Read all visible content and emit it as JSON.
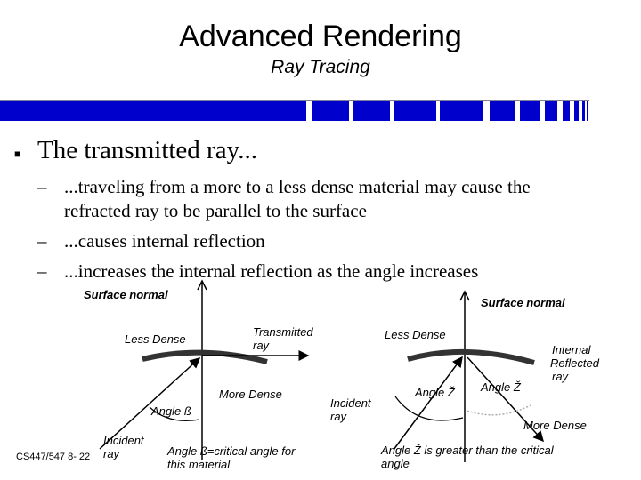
{
  "title": "Advanced Rendering",
  "subtitle": "Ray Tracing",
  "bullet": "The transmitted ray...",
  "sub_bullets": [
    {
      "dash": "–",
      "lines": [
        "...traveling from a more to a less dense material may cause the",
        "refracted ray to be parallel to the surface"
      ]
    },
    {
      "dash": "–",
      "lines": [
        "...causes internal reflection"
      ]
    },
    {
      "dash": "–",
      "lines": [
        "...increases the internal reflection as the angle increases"
      ]
    }
  ],
  "left_diagram": {
    "surface_normal": "Surface normal",
    "less_dense": "Less Dense",
    "transmitted_ray": [
      "Transmitted",
      "ray"
    ],
    "more_dense": "More Dense",
    "angle": "Angle ß",
    "incident_ray": [
      "Incident",
      "ray"
    ],
    "caption": [
      "Angle ß=critical angle for",
      "this material"
    ]
  },
  "right_diagram": {
    "surface_normal": "Surface normal",
    "less_dense": "Less Dense",
    "internal_reflected_ray": [
      "Internal",
      "Reflected",
      "ray"
    ],
    "incident_ray": [
      "Incident",
      "ray"
    ],
    "angle_left": "Angle Ž",
    "angle_right": "Angle Ž",
    "more_dense": "More Dense",
    "caption": [
      "Angle Ž is greater than the critical",
      "angle"
    ]
  },
  "footer": "CS447/547 8- 22",
  "colors": {
    "accent_bar": "#0000cc",
    "curve": "#333333"
  }
}
